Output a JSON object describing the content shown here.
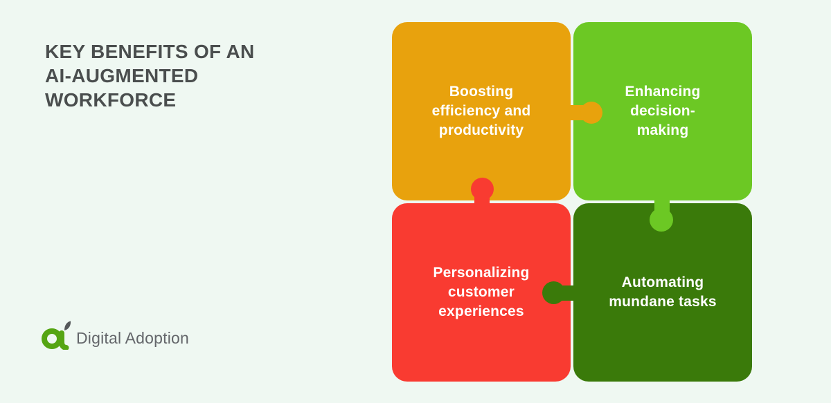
{
  "background_color": "#EFF8F2",
  "title": {
    "text": "KEY BENEFITS OF AN\nAI-AUGMENTED\nWORKFORCE",
    "color": "#4A4E4E"
  },
  "logo": {
    "text": "Digital Adoption",
    "text_color": "#63666A",
    "mark_green": "#55A513",
    "mark_gray": "#55585A"
  },
  "puzzle": {
    "label_color": "#FFFFFF",
    "pieces": [
      {
        "id": "boosting",
        "label": "Boosting\nefficiency and\nproductivity",
        "color": "#E8A20D",
        "tab_direction": "right"
      },
      {
        "id": "enhancing",
        "label": "Enhancing\ndecision-\nmaking",
        "color": "#6CC824",
        "tab_direction": "bottom"
      },
      {
        "id": "personalizing",
        "label": "Personalizing\ncustomer\nexperiences",
        "color": "#F93B31",
        "tab_direction": "top"
      },
      {
        "id": "automating",
        "label": "Automating\nmundane tasks",
        "color": "#3A7A0A",
        "tab_direction": "left"
      }
    ]
  }
}
